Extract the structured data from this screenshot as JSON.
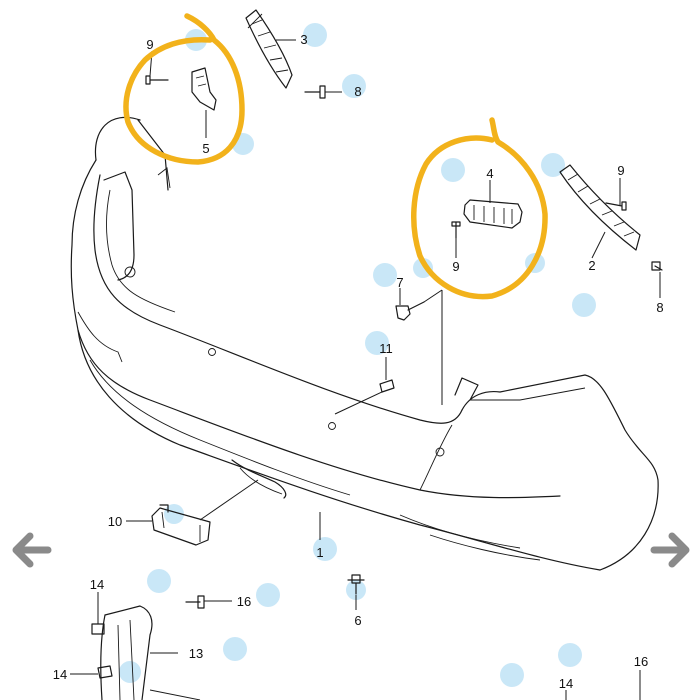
{
  "diagram": {
    "callouts": {
      "p1": "1",
      "p2": "2",
      "p3": "3",
      "p4": "4",
      "p5": "5",
      "p6": "6",
      "p7": "7",
      "p8a": "8",
      "p8b": "8",
      "p9a": "9",
      "p9b": "9",
      "p9c": "9",
      "p10": "10",
      "p11": "11",
      "p13": "13",
      "p14a": "14",
      "p14b": "14",
      "p14c": "14",
      "p16a": "16",
      "p16b": "16"
    },
    "highlight_color": "#F2B21B",
    "hotspot_color": "#BFE3F6"
  },
  "navigation": {
    "prev_icon": "arrow-left-icon",
    "next_icon": "arrow-right-icon"
  }
}
